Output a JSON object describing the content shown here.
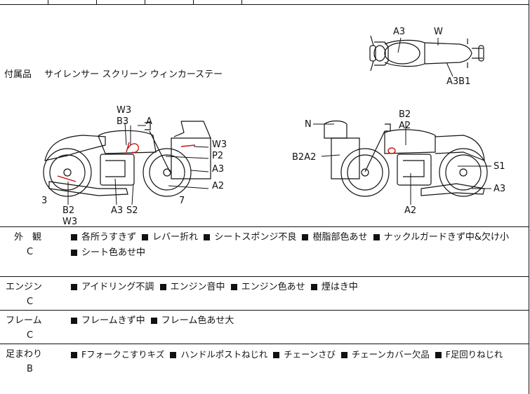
{
  "accessories": {
    "label": "付属品",
    "items": [
      "サイレンサー",
      "スクリーン",
      "ウィンカーステー"
    ]
  },
  "diagram_labels": {
    "top_view": [
      "A3",
      "W",
      "A3B1"
    ],
    "left_view": [
      "W3",
      "B3",
      "A",
      "W3",
      "P2",
      "A3",
      "A2",
      "7",
      "3",
      "B2",
      "W3",
      "A3",
      "S2"
    ],
    "right_view": [
      "N",
      "B2",
      "A2",
      "B2A2",
      "S1",
      "A3",
      "A2"
    ]
  },
  "conditions": [
    {
      "category": "外　観",
      "grade": "C",
      "items": [
        "各所うすきず",
        "レバー折れ",
        "シートスポンジ不良",
        "樹脂部色あせ",
        "ナックルガードきず中&欠け小",
        "シート色あせ中"
      ]
    },
    {
      "category": "エンジン",
      "grade": "C",
      "items": [
        "アイドリング不調",
        "エンジン音中",
        "エンジン色あせ",
        "煙はき中"
      ]
    },
    {
      "category": "フレーム",
      "grade": "C",
      "items": [
        "フレームきず中",
        "フレーム色あせ大"
      ]
    },
    {
      "category": "足まわり",
      "grade": "B",
      "items": [
        "Fフォークこすりキズ",
        "ハンドルポストねじれ",
        "チェーンさび",
        "チェーンカバー欠品",
        "F足回りねじれ"
      ]
    }
  ],
  "colors": {
    "line": "#111111",
    "damage_mark": "#cc1111"
  }
}
